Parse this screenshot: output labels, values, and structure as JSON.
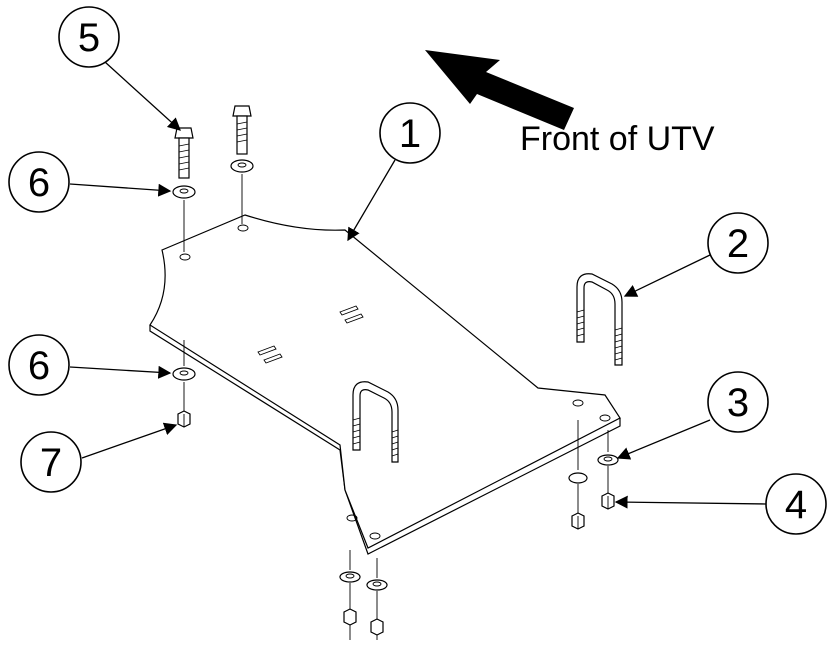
{
  "direction_label": "Front of UTV",
  "callouts": [
    {
      "id": "1",
      "label": "1"
    },
    {
      "id": "2",
      "label": "2"
    },
    {
      "id": "3",
      "label": "3"
    },
    {
      "id": "4",
      "label": "4"
    },
    {
      "id": "5",
      "label": "5"
    },
    {
      "id": "6a",
      "label": "6"
    },
    {
      "id": "6b",
      "label": "6"
    },
    {
      "id": "7",
      "label": "7"
    }
  ],
  "colors": {
    "line": "#000000",
    "background": "#ffffff"
  }
}
